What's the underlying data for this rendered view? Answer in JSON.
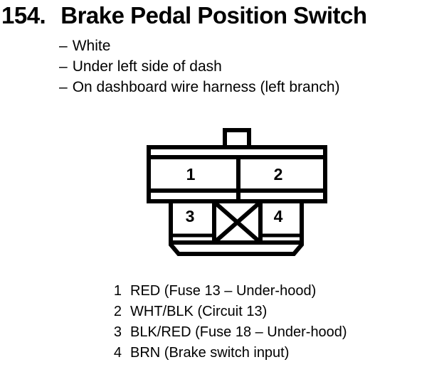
{
  "page": {
    "background_color": "#ffffff",
    "ink_color": "#000000"
  },
  "title": {
    "number": "154.",
    "text": "Brake Pedal Position Switch"
  },
  "details": [
    {
      "dash": "–",
      "text": "White"
    },
    {
      "dash": "–",
      "text": "Under left side of dash"
    },
    {
      "dash": "–",
      "text": "On dashboard wire harness (left branch)"
    }
  ],
  "connector": {
    "description": "4-pin connector front view, pins 1-2 top row, pins 3-4 bottom row with crossed blank cavity between, locking tab on top",
    "pins": [
      "1",
      "2",
      "3",
      "4"
    ]
  },
  "legend": [
    {
      "pin": "1",
      "text": "RED (Fuse 13 – Under-hood)"
    },
    {
      "pin": "2",
      "text": "WHT/BLK (Circuit 13)"
    },
    {
      "pin": "3",
      "text": "BLK/RED (Fuse 18 – Under-hood)"
    },
    {
      "pin": "4",
      "text": "BRN (Brake switch input)"
    }
  ]
}
